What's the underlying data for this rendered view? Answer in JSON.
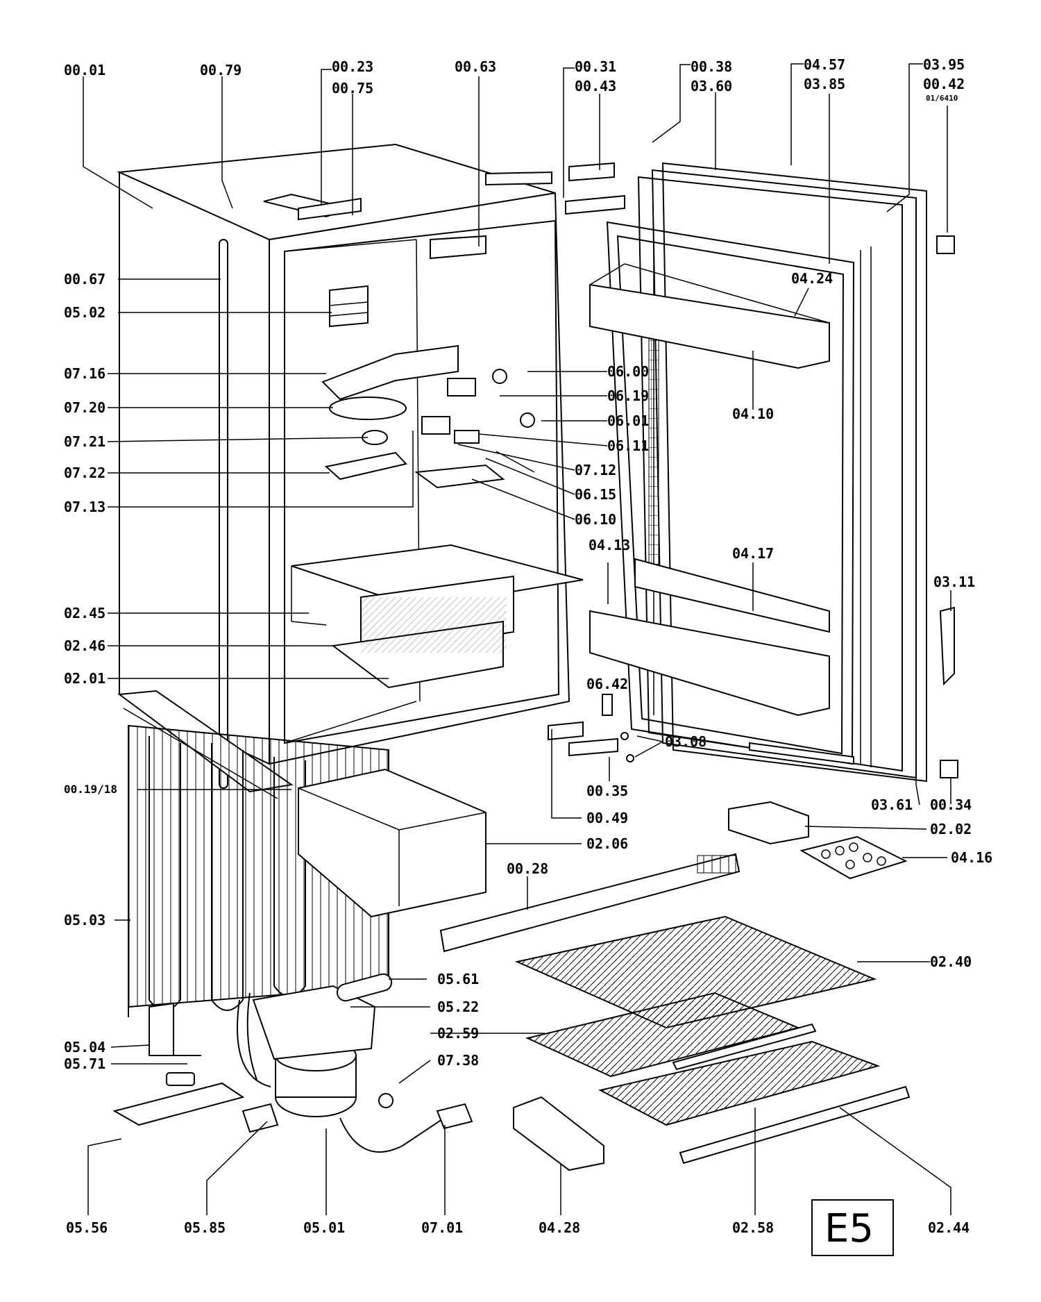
{
  "diagram": {
    "badge": "E5",
    "labels": {
      "l0001": "00.01",
      "l0079": "00.79",
      "l0023": "00.23",
      "l0075": "00.75",
      "l0063": "00.63",
      "l0031": "00.31",
      "l0043": "00.43",
      "l0038": "00.38",
      "l0360": "03.60",
      "l0457": "04.57",
      "l0385": "03.85",
      "l0395": "03.95",
      "l0042": "00.42",
      "l6410": "01/6410",
      "l0067": "00.67",
      "l0502": "05.02",
      "l0424": "04.24",
      "l0716": "07.16",
      "l0600": "06.00",
      "l0619": "06.19",
      "l0720": "07.20",
      "l0601": "06.01",
      "l0410": "04.10",
      "l0721": "07.21",
      "l0611": "06.11",
      "l0722": "07.22",
      "l0712": "07.12",
      "l0615": "06.15",
      "l0713": "07.13",
      "l0610": "06.10",
      "l0413": "04.13",
      "l0417": "04.17",
      "l0311": "03.11",
      "l0245": "02.45",
      "l0246": "02.46",
      "l0201": "02.01",
      "l0642": "06.42",
      "l0308": "03.08",
      "l0035": "00.35",
      "l0019": "00.19/18",
      "l0049": "00.49",
      "l0361": "03.61",
      "l0034": "00.34",
      "l0202": "02.02",
      "l0206": "02.06",
      "l0416": "04.16",
      "l0028": "00.28",
      "l0503": "05.03",
      "l0240": "02.40",
      "l0561": "05.61",
      "l0522": "05.22",
      "l0259": "02.59",
      "l0504": "05.04",
      "l0571": "05.71",
      "l0738": "07.38",
      "l0556": "05.56",
      "l0585": "05.85",
      "l0501": "05.01",
      "l0701": "07.01",
      "l0428": "04.28",
      "l0258": "02.58",
      "l0244": "02.44"
    }
  }
}
